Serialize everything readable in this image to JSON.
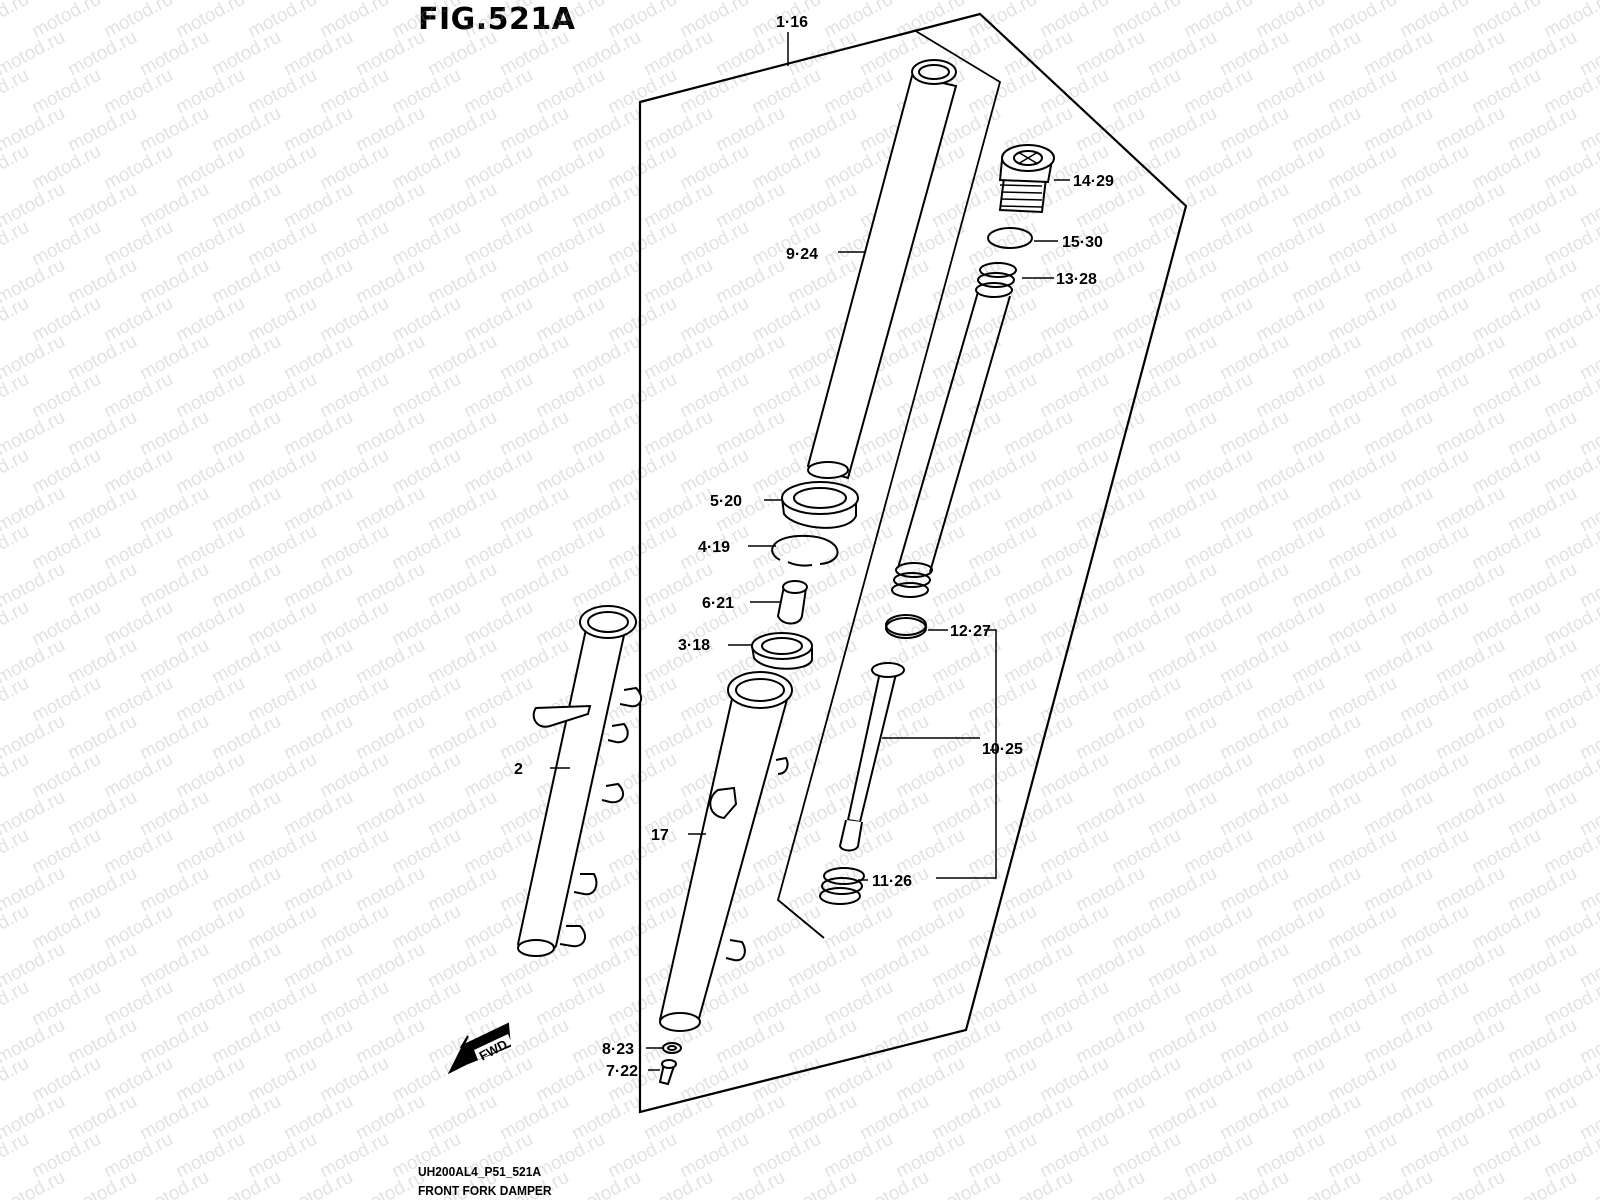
{
  "figure": {
    "title": "FIG.521A",
    "code": "UH200AL4_P51_521A",
    "name": "FRONT FORK DAMPER"
  },
  "watermark": {
    "text": "motod.ru",
    "color": "#9a9a9a"
  },
  "direction_arrow": {
    "label": "FWD"
  },
  "callouts": [
    {
      "id": "assy",
      "label": "1·16"
    },
    {
      "id": "cap-bolt",
      "label": "14·29"
    },
    {
      "id": "o-ring",
      "label": "15·30"
    },
    {
      "id": "spacer-spring",
      "label": "13·28"
    },
    {
      "id": "inner-tube",
      "label": "9·24"
    },
    {
      "id": "dust-seal",
      "label": "5·20"
    },
    {
      "id": "stopper-ring",
      "label": "4·19"
    },
    {
      "id": "oil-lock-piece",
      "label": "6·21"
    },
    {
      "id": "oil-seal",
      "label": "3·18"
    },
    {
      "id": "piston-ring",
      "label": "12·27"
    },
    {
      "id": "damper-rod",
      "label": "10·25"
    },
    {
      "id": "outer-tube-left",
      "label": "2"
    },
    {
      "id": "outer-tube-right",
      "label": "17"
    },
    {
      "id": "rebound-spring",
      "label": "11·26"
    },
    {
      "id": "gasket",
      "label": "8·23"
    },
    {
      "id": "bolt",
      "label": "7·22"
    }
  ]
}
